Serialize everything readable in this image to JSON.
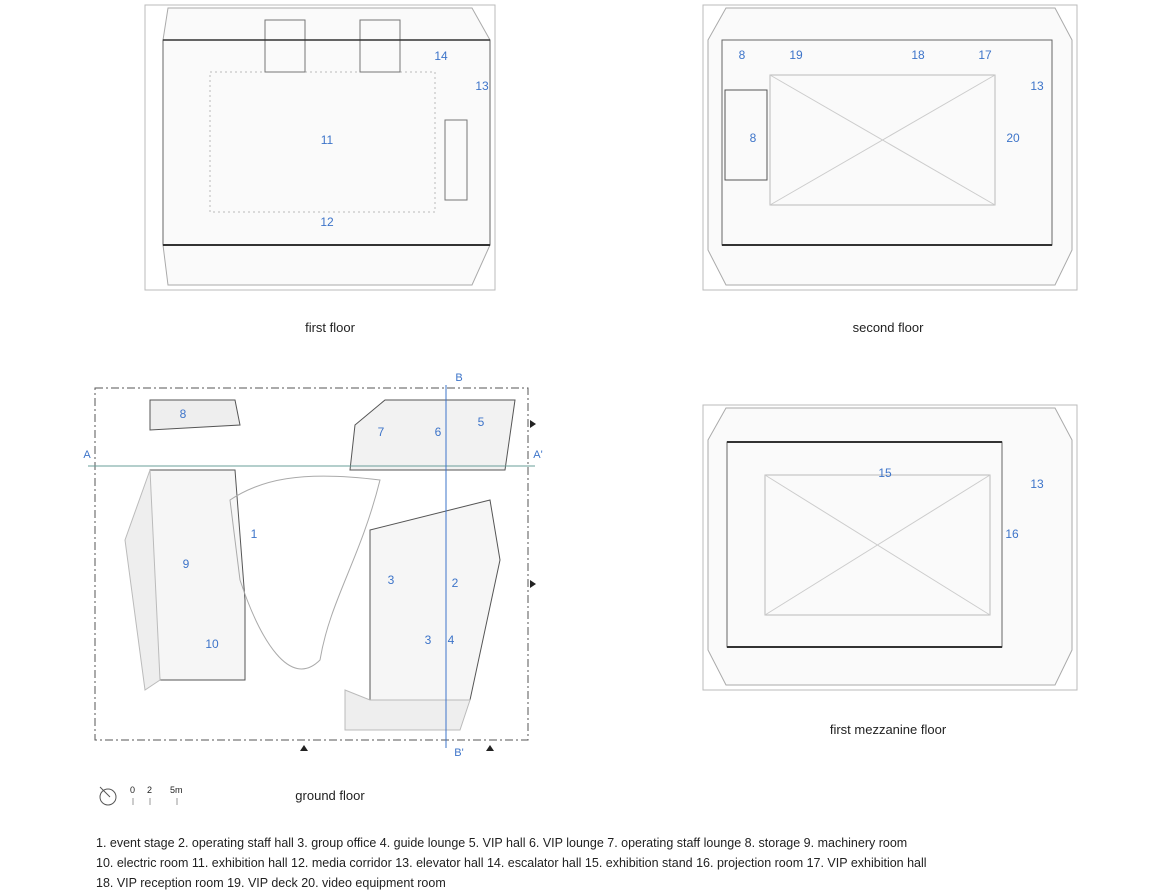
{
  "plans": {
    "first_floor": {
      "caption": "first floor",
      "rooms": [
        "14",
        "13",
        "11",
        "12"
      ]
    },
    "second_floor": {
      "caption": "second floor",
      "rooms": [
        "8",
        "19",
        "18",
        "17",
        "13",
        "8",
        "20"
      ]
    },
    "ground_floor": {
      "caption": "ground floor",
      "rooms": [
        "8",
        "7",
        "6",
        "5",
        "1",
        "9",
        "3",
        "2",
        "10",
        "3",
        "4"
      ],
      "sections": [
        "A",
        "A'",
        "B",
        "B'"
      ]
    },
    "first_mezzanine_floor": {
      "caption": "first mezzanine floor",
      "rooms": [
        "15",
        "13",
        "16"
      ]
    }
  },
  "scale_bar": {
    "ticks": [
      "0",
      "2",
      "5m"
    ]
  },
  "legend": {
    "lines": [
      "1. event stage 2. operating staff hall 3. group office  4. guide lounge  5. VIP hall  6. VIP lounge  7. operating staff lounge  8. storage  9. machinery room",
      "10. electric room 11. exhibition hall  12. media corridor  13. elevator hall  14. escalator hall  15. exhibition stand  16. projection room  17. VIP exhibition hall",
      "18. VIP reception room  19. VIP deck  20. video equipment room"
    ]
  },
  "colors": {
    "label": "#3d74c9",
    "line": "#888888"
  }
}
